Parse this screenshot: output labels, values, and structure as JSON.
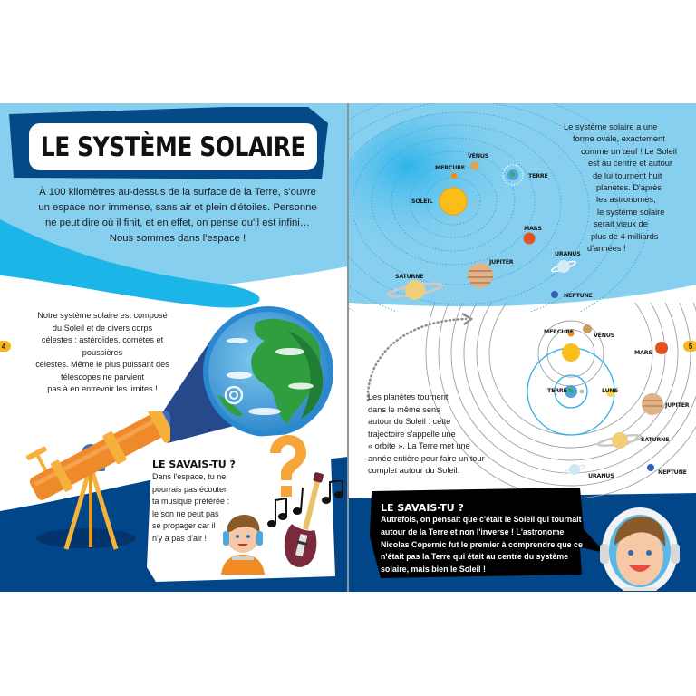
{
  "left_page": {
    "title": "LE SYSTÈME SOLAIRE",
    "intro_lines": [
      "À 100 kilomètres au-dessus de la surface de la Terre, s'ouvre",
      "un espace noir immense, sans air et plein d'étoiles. Personne",
      "ne peut dire où il finit, et en effet, on pense qu'il est infini…",
      "Nous sommes dans l'espace !"
    ],
    "side_text_lines": [
      "Notre système solaire est composé",
      "du Soleil et de divers corps",
      "célestes : astéroïdes, comètes et poussières",
      "célestes. Même le plus puissant des",
      "télescopes ne parvient",
      "pas à en entrevoir les limites !"
    ],
    "page_number": "4",
    "fact_box": {
      "title": "LE SAVAIS-TU ?",
      "lines": [
        "Dans l'espace, tu ne",
        "pourrais pas écouter",
        "ta musique préférée :",
        "le son ne peut pas",
        "se propager car il",
        "n'y a pas d'air !"
      ]
    },
    "illustrations": [
      "telescope-icon",
      "earth-globe-icon",
      "question-mark-icon",
      "music-notes-icon",
      "electric-guitar-icon",
      "child-astronaut-headphones-icon"
    ]
  },
  "right_page": {
    "page_number": "5",
    "solar_diagram_top": {
      "labels": {
        "sun": "SOLEIL",
        "mercury": "MERCURE",
        "venus": "VÉNUS",
        "earth": "TERRE",
        "mars": "MARS",
        "jupiter": "JUPITER",
        "saturn": "SATURNE",
        "uranus": "URANUS",
        "neptune": "NEPTUNE"
      }
    },
    "description_lines": [
      "Le système solaire a une",
      "forme ovale, exactement",
      "comme un œuf ! Le Soleil",
      "est au centre et autour",
      "de lui tournent huit",
      "planètes. D'après",
      "les astronomes,",
      "le système solaire",
      "serait vieux de",
      "plus de 4 milliards",
      "d'années !"
    ],
    "solar_diagram_bottom": {
      "labels": {
        "mercury": "MERCURE",
        "venus": "VÉNUS",
        "mars": "MARS",
        "earth": "TERRE",
        "moon": "LUNE",
        "jupiter": "JUPITER",
        "saturn": "SATURNE",
        "uranus": "URANUS",
        "neptune": "NEPTUNE"
      }
    },
    "orbits_note_lines": [
      "Les planètes tournent",
      "dans le même sens",
      "autour du Soleil : cette",
      "trajectoire s'appelle une",
      "« orbite ». La Terre met une",
      "année entière pour faire un tour",
      "complet autour du Soleil."
    ],
    "fact_box": {
      "title": "LE SAVAIS-TU ?",
      "lines": [
        "Autrefois, on pensait que c'était le Soleil qui tournait",
        "autour de la Terre et non l'inverse ! L'astronome",
        "Nicolas Copernic fut le premier à comprendre que ce",
        "n'était pas la Terre qui était au centre du système",
        "solaire, mais bien le Soleil !"
      ]
    },
    "illustrations": [
      "child-astronaut-helmet-icon"
    ]
  },
  "colors": {
    "sky_light": "#86cfef",
    "sky_mid": "#1cb5e8",
    "navy": "#02468a",
    "title_navy": "#034a87",
    "page_number_yellow": "#f7b51c",
    "telescope_orange": "#ef8a2b",
    "sun_yellow": "#fbbd1a"
  }
}
